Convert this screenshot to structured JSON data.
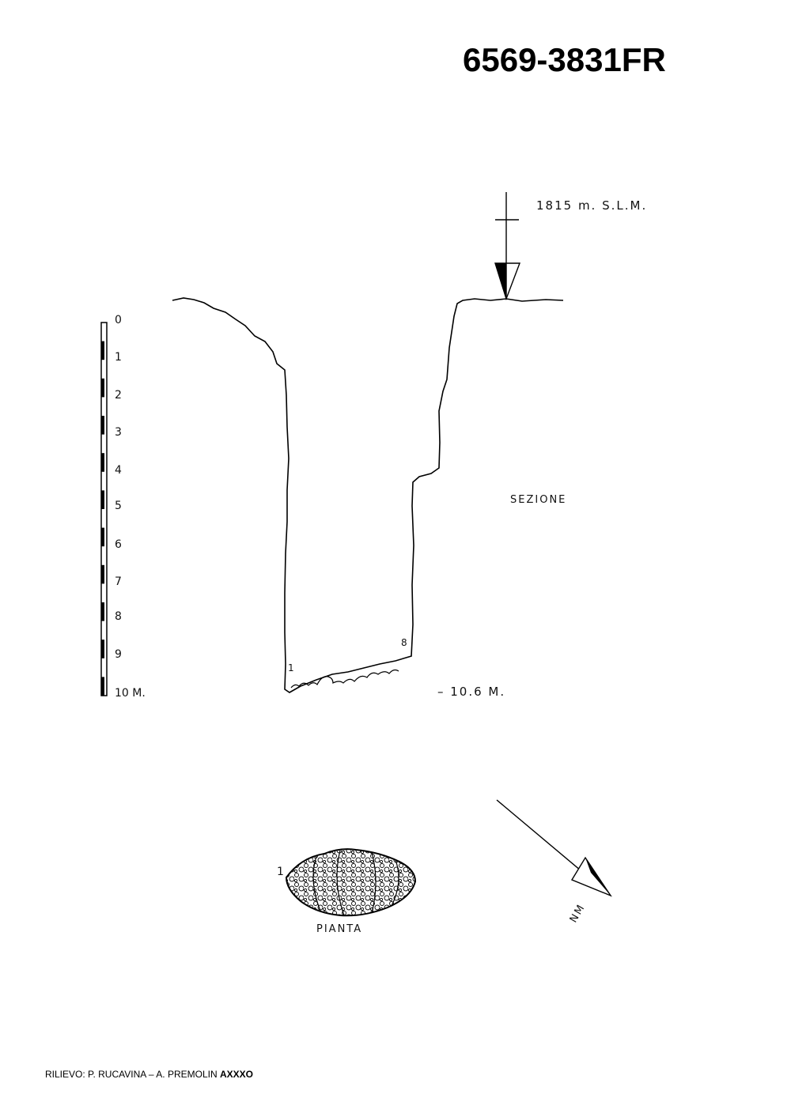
{
  "title": "6569-3831FR",
  "credit": {
    "prefix": "RILIEVO: P. RUCAVINA – A. PREMOLIN",
    "bold": "AXXXO"
  },
  "section": {
    "label": "SEZIONE",
    "elevation": "1815 m. S.L.M.",
    "depth": "– 10.6 M.",
    "stations": [
      "1",
      "8"
    ]
  },
  "scale_bar": {
    "ticks": [
      "0",
      "1",
      "2",
      "3",
      "4",
      "5",
      "6",
      "7",
      "8",
      "9",
      "10 M."
    ]
  },
  "plan": {
    "label": "PIANTA",
    "station": "1"
  },
  "north_arrow": {
    "label": "NM"
  }
}
